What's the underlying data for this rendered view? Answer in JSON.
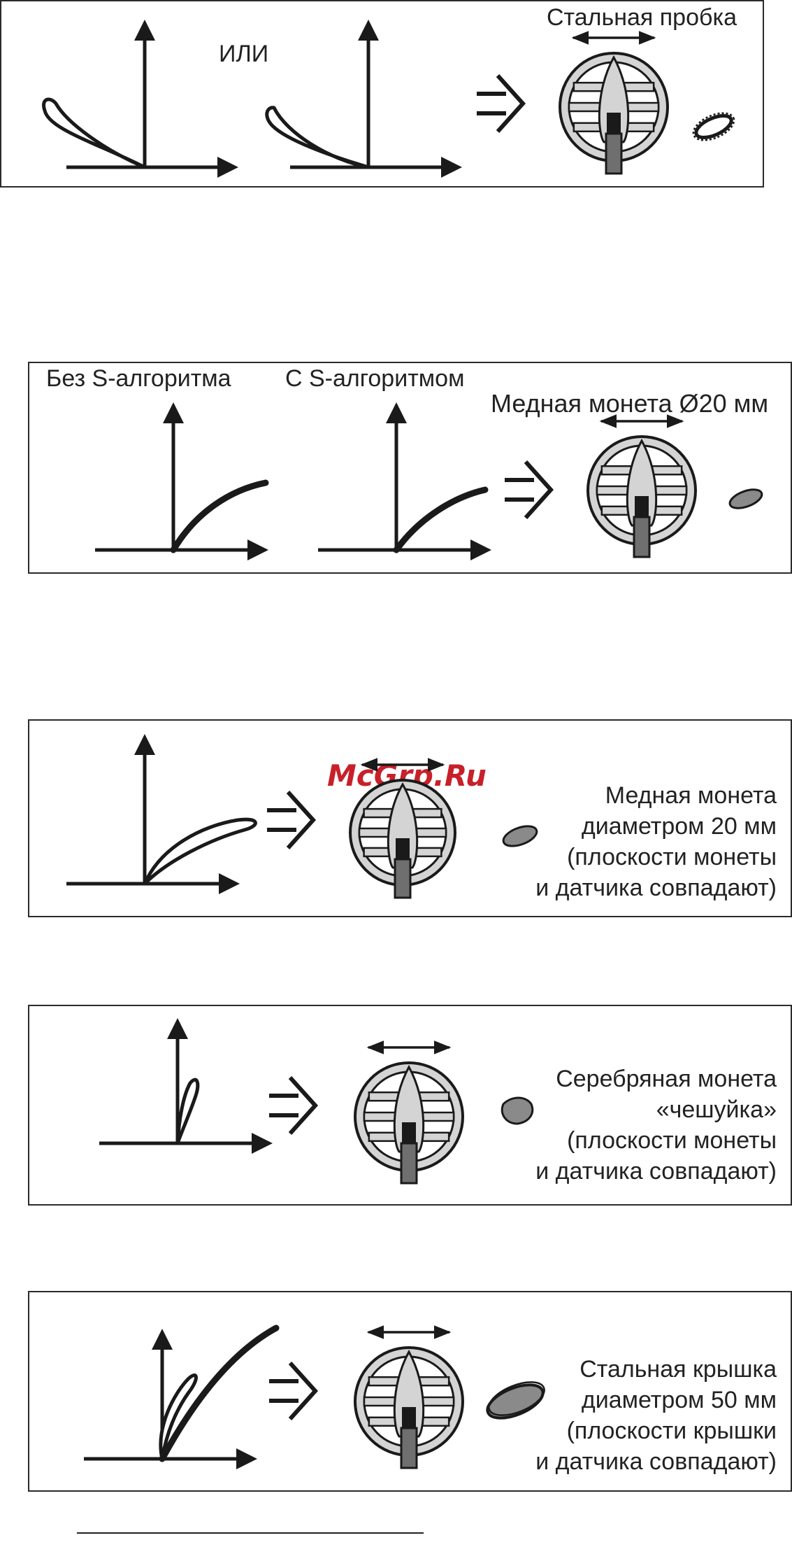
{
  "panels": [
    {
      "id": "steel-cork",
      "labels": {
        "middle": "ИЛИ",
        "object": "Стальная пробка"
      }
    },
    {
      "id": "copper-coin-s",
      "labels": {
        "without": "Без S-алгоритма",
        "with": "С S-алгоритмом",
        "object": "Медная монета Ø20 мм"
      }
    },
    {
      "id": "copper-coin",
      "caption": [
        "Медная монета",
        "диаметром 20 мм",
        "(плоскости монеты",
        "и датчика совпадают)"
      ]
    },
    {
      "id": "silver-scale-coin",
      "caption": [
        "Серебряная монета",
        "«чешуйка»",
        "(плоскости монеты",
        "и датчика совпадают)"
      ]
    },
    {
      "id": "steel-lid",
      "caption": [
        "Стальная крышка",
        "диаметром 50 мм",
        "(плоскости крышки",
        "и датчика совпадают)"
      ]
    }
  ],
  "watermark": "McGrp.Ru",
  "colors": {
    "ink": "#1a1a1a",
    "coil_fill": "#d4d4d4",
    "object_fill": "#8a8a8a",
    "watermark": "#c8202a"
  }
}
